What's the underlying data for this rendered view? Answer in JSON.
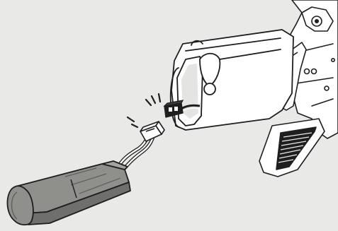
{
  "illustration": {
    "colors": {
      "background": "#e9e9e7",
      "outline": "#1e1e1e",
      "battery_fill": "#8f8f8c",
      "battery_shade": "#6f6f6c",
      "plug_fill": "#ffffff",
      "socket_fill": "#1e1e1e",
      "stock_fill": "#ffffff"
    },
    "parts": [
      {
        "name": "battery-pack",
        "icon": "battery-icon"
      },
      {
        "name": "battery-connector",
        "icon": "connector-plug-icon"
      },
      {
        "name": "stock-connector",
        "icon": "connector-socket-icon"
      },
      {
        "name": "rifle-stock",
        "icon": "stock-icon"
      },
      {
        "name": "receiver",
        "icon": "receiver-icon"
      },
      {
        "name": "pistol-grip",
        "icon": "grip-icon"
      }
    ],
    "motion_marks": [
      {
        "name": "connector-click-marks-left"
      },
      {
        "name": "connector-click-marks-right"
      }
    ]
  }
}
